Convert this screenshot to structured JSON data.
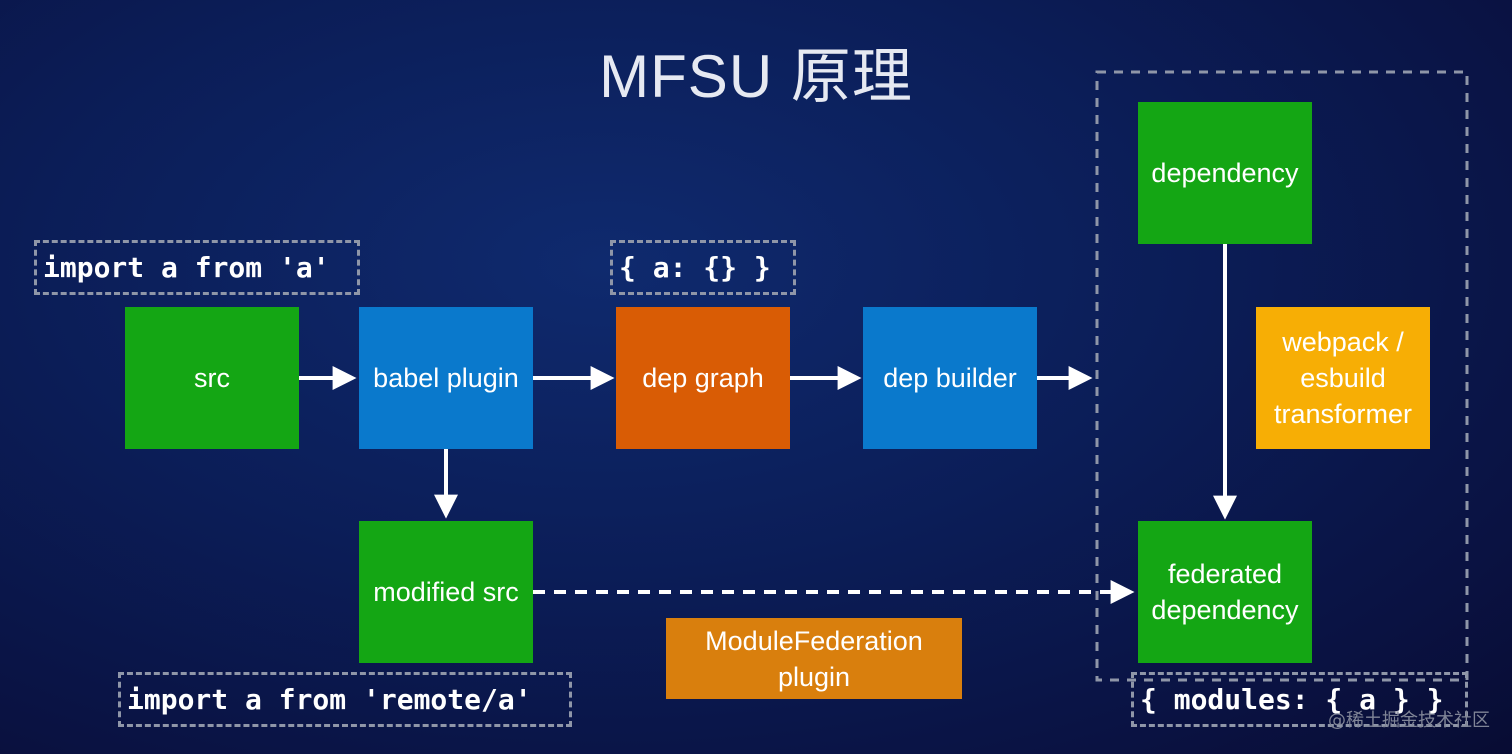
{
  "title": "MFSU 原理",
  "nodes": {
    "src": "src",
    "babel_plugin": "babel plugin",
    "dep_graph": "dep graph",
    "dep_builder": "dep builder",
    "modified_src": "modified src",
    "dependency": "dependency",
    "federated_dependency": "federated dependency",
    "transformer": "webpack / esbuild transformer",
    "module_federation": "ModuleFederation plugin"
  },
  "code_labels": {
    "import_a": "import a from 'a'",
    "graph_obj": "{ a: {} }",
    "import_remote": "import a from 'remote/a'",
    "modules_obj": "{ modules: { a } }"
  },
  "watermark": "@稀土掘金技术社区",
  "colors": {
    "green": "#14a614",
    "blue": "#0a79cc",
    "orange": "#d95c05",
    "amber": "#f7ae05",
    "module_federation": "#d97f0d",
    "arrow": "#ffffff",
    "dashed_border": "#8f96a8"
  }
}
